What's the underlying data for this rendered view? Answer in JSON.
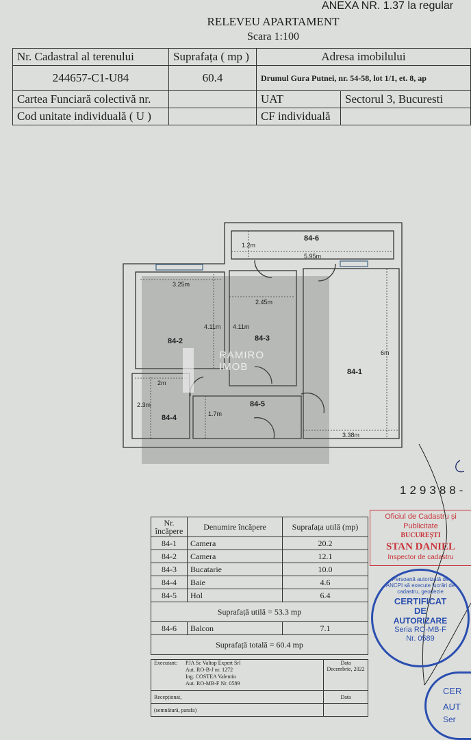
{
  "annex": "ANEXA NR. 1.37 la regular",
  "title": "RELEVEU APARTAMENT",
  "scale": "Scara 1:100",
  "header_table": {
    "col1_label": "Nr. Cadastral al terenului",
    "col2_label": "Suprafața  ( mp )",
    "col3_label": "Adresa imobilului",
    "cadastral_nr": "244657-C1-U84",
    "area": "60.4",
    "address": "Drumul Gura Putnei, nr. 54-58, lot 1/1, et. 8, ap",
    "cf_collective_label": "Cartea Funciară colectivă nr.",
    "uat_label": "UAT",
    "uat_value": "Sectorul 3, Bucuresti",
    "unit_code_label": "Cod unitate individuală ( U )",
    "cf_individual_label": "CF individuală"
  },
  "floor_plan": {
    "rooms": [
      "84-1",
      "84-2",
      "84-3",
      "84-4",
      "84-5",
      "84-6"
    ],
    "dimensions": [
      "1.2m",
      "5.95m",
      "3.25m",
      "2.45m",
      "4.11m",
      "4.11m",
      "6m",
      "2m",
      "2.3m",
      "1.7m",
      "3.38m"
    ],
    "watermark": [
      "RAMIRO",
      "IMOB"
    ]
  },
  "reference_number": "129388-",
  "rooms_table": {
    "headers": [
      "Nr. încăpere",
      "Denumire încăpere",
      "Suprafața utilă (mp)"
    ],
    "rows": [
      {
        "nr": "84-1",
        "name": "Camera",
        "area": "20.2"
      },
      {
        "nr": "84-2",
        "name": "Camera",
        "area": "12.1"
      },
      {
        "nr": "84-3",
        "name": "Bucatarie",
        "area": "10.0"
      },
      {
        "nr": "84-4",
        "name": "Baie",
        "area": "4.6"
      },
      {
        "nr": "84-5",
        "name": "Hol",
        "area": "6.4"
      }
    ],
    "useful_total": "Suprafață utilă = 53.3 mp",
    "balcony": {
      "nr": "84-6",
      "name": "Balcon",
      "area": "7.1"
    },
    "grand_total": "Suprafață totală = 60.4 mp",
    "executant_label": "Executant:",
    "executant_lines": [
      "PJA Sc Valtop Expert Srl",
      "Aut. RO-B-J nr. 1272",
      "Ing. COSTEA Valentin",
      "Aut. RO-MB-F Nr. 0589"
    ],
    "date_label": "Data",
    "date_value": "Decembrie, 2022",
    "received_label": "Recepționat,",
    "received_date_label": "Data",
    "signature_label": "(semnătură, parafa)"
  },
  "red_stamp": [
    "Oficiul de Cadastru și Publicitate",
    "BUCUREȘTI",
    "STAN DANIEL",
    "Inspector de cadastru"
  ],
  "blue_stamp": {
    "ring": "Persoană autorizată de ANCPI să execute lucrări de cadastru, geodezie",
    "lines": [
      "CERTIFICAT",
      "DE",
      "AUTORIZARE",
      "Seria RO-MB-F",
      "Nr. 0589"
    ]
  },
  "blue_stamp_2": {
    "lines": [
      "CER",
      "AUT",
      "Ser"
    ]
  },
  "colors": {
    "paper": "#dcdedb",
    "ink": "#1d1d1f",
    "red_stamp": "#c8333a",
    "blue_stamp": "#2b4fb0"
  }
}
